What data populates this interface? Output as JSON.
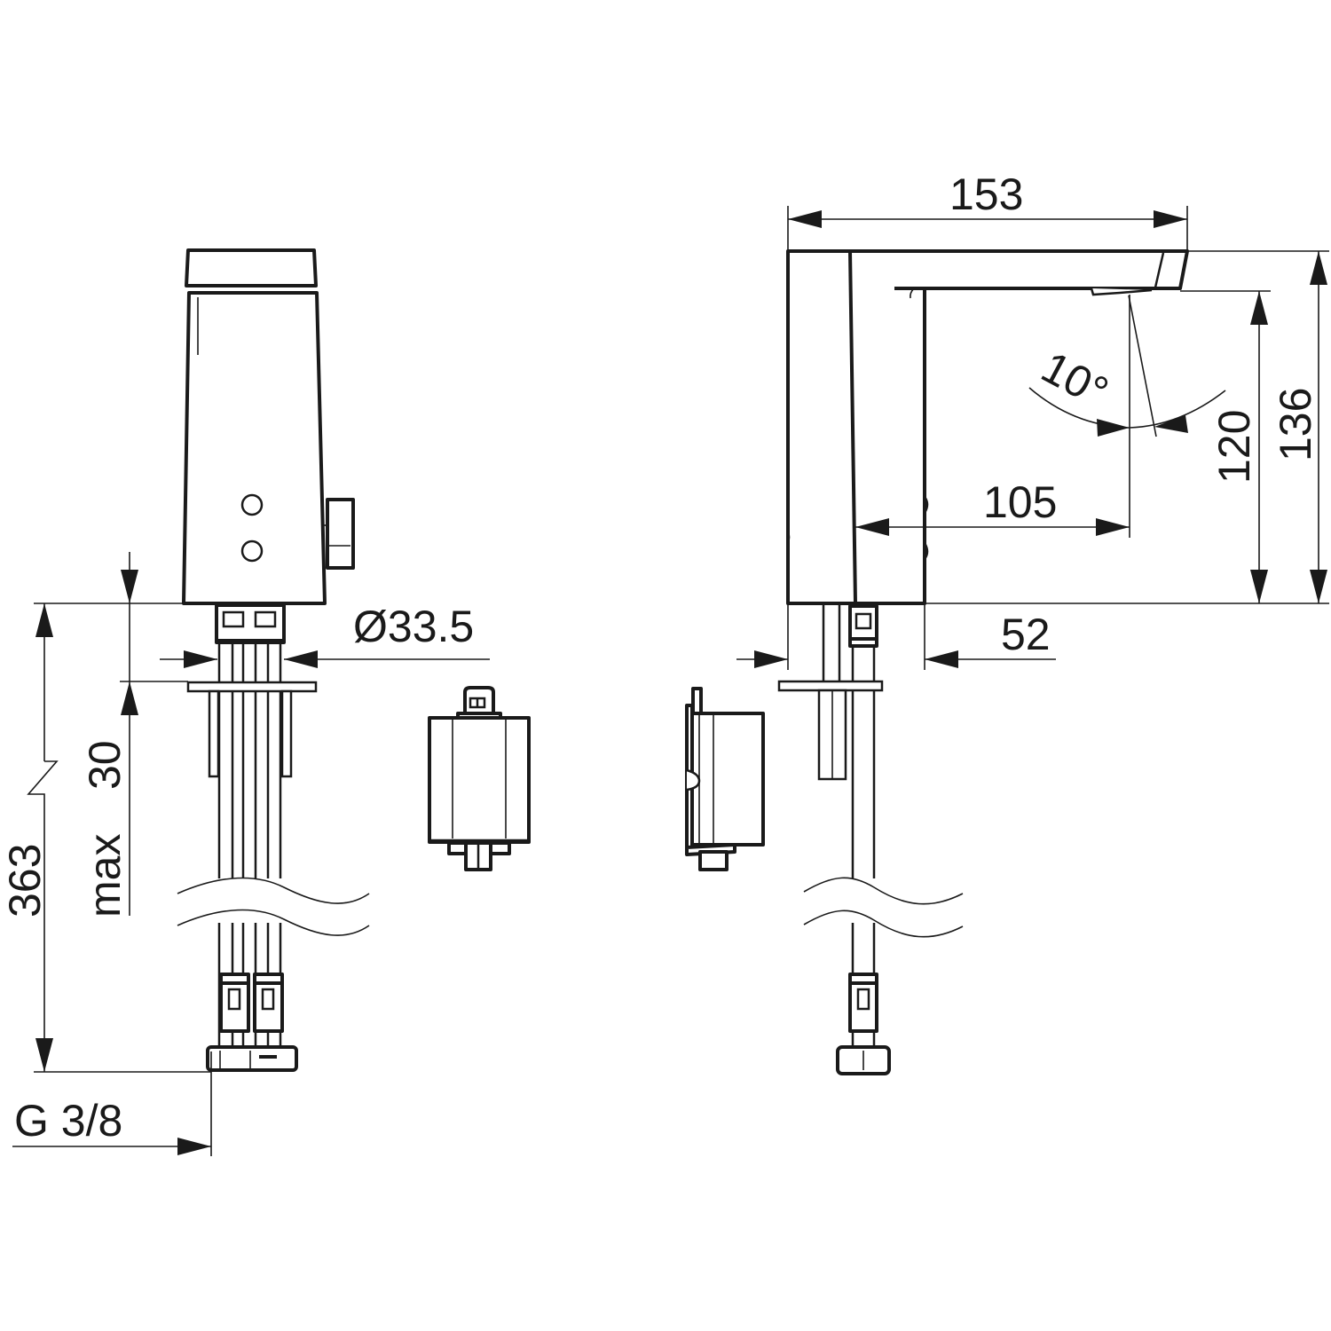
{
  "colors": {
    "line": "#1a1a1a",
    "background": "#ffffff"
  },
  "front_view": {
    "dimensions": {
      "diameter": "Ø33.5",
      "max_label": "max",
      "max_value": "30",
      "total_height": "363",
      "thread": "G 3/8"
    }
  },
  "side_view": {
    "dimensions": {
      "length": "153",
      "height_outlet": "120",
      "height_total": "136",
      "reach": "105",
      "base": "52",
      "angle": "10°"
    }
  },
  "components": [
    "sensor-electronics-box-front",
    "sensor-electronics-box-side"
  ]
}
